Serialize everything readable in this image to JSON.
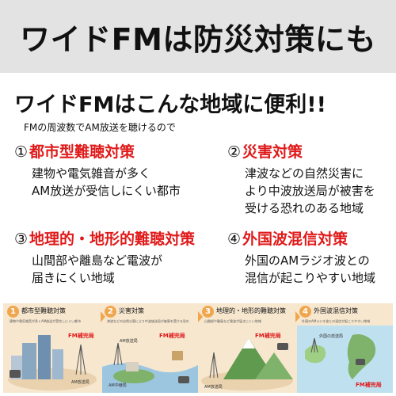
{
  "banner": {
    "title": "ワイドFMは防災対策にも"
  },
  "headline": "ワイドFMはこんな地域に便利!!",
  "subline": "FMの周波数でAM放送を聴けるので",
  "items": [
    {
      "num": "①",
      "title": "都市型難聴対策",
      "desc": [
        "建物や電気雑音が多く",
        "AM放送が受信しにくい都市"
      ]
    },
    {
      "num": "②",
      "title": "災害対策",
      "desc": [
        "津波などの自然災害に",
        "より中波放送局が被害を",
        "受ける恐れのある地域"
      ]
    },
    {
      "num": "③",
      "title": "地理的・地形的難聴対策",
      "desc": [
        "山間部や離島など電波が",
        "届きにくい地域"
      ]
    },
    {
      "num": "④",
      "title": "外国波混信対策",
      "desc": [
        "外国のAMラジオ波との",
        "混信が起こりやすい地域"
      ]
    }
  ],
  "illustration": {
    "panels": [
      {
        "num": "1",
        "title": "都市型難聴対策",
        "caption": "建物や電気雑音が多くAM放送が受信しにくい都市",
        "fm_label": "FM補完局",
        "am_label": "AM放送局"
      },
      {
        "num": "2",
        "title": "災害対策",
        "caption": "津波などの自然災害により中波放送局が被害を受ける恐れ",
        "fm_label": "FM補完局",
        "am_label": "AM放送局",
        "am_label2": "AM中継局"
      },
      {
        "num": "3",
        "title": "地理的・地形的難聴対策",
        "caption": "山間部や離島など電波が届きにくい地域",
        "fm_label": "FM補完局",
        "am_label": "AM放送局"
      },
      {
        "num": "4",
        "title": "外国波混信対策",
        "caption": "外国のAMラジオ波との混信が起こりやすい地域",
        "fm_label": "FM補完局",
        "am_label": "外国の放送局"
      }
    ],
    "colors": {
      "fm": "#e01a1a",
      "badge": "#f0a64d",
      "strip": "#f7e7cf"
    }
  }
}
